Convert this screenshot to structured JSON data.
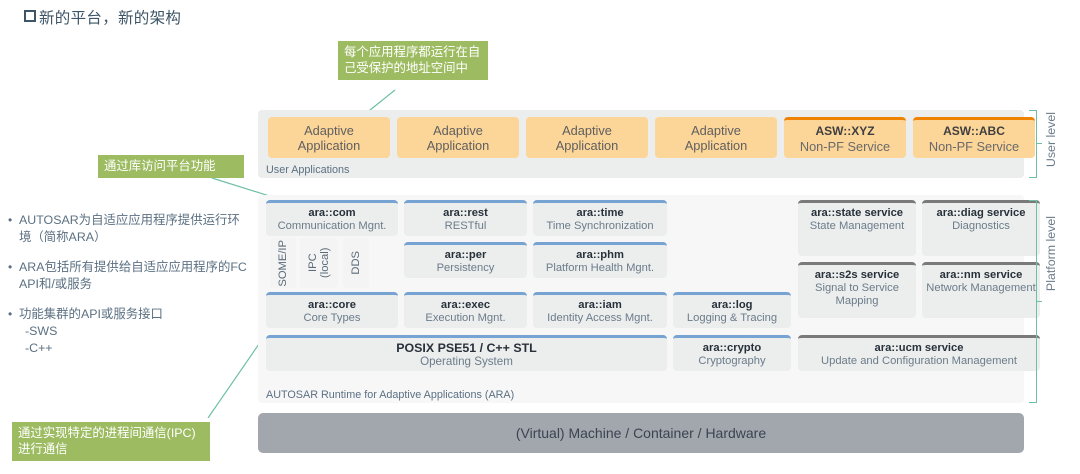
{
  "slide": {
    "title": "新的平台，新的架构"
  },
  "bullets": [
    {
      "marker": "•",
      "text": "AUTOSAR为自适应应用程序提供运行环境（简称ARA）",
      "sublines": []
    },
    {
      "marker": "•",
      "text": "ARA包括所有提供给自适应应用程序的FC API和/或服务",
      "sublines": []
    },
    {
      "marker": "•",
      "text": "功能集群的API或服务接口",
      "sublines": [
        "-SWS",
        "-C++"
      ]
    }
  ],
  "callouts": {
    "apps": "每个应用程序都运行在自己受保护的地址空间中",
    "library": "通过库访问平台功能",
    "ipc": "通过实现特定的进程间通信(IPC)进行通信"
  },
  "user_level": {
    "panel_label": "User Applications",
    "apps": [
      {
        "line1": "Adaptive",
        "line2": "Application",
        "kind": "adaptive"
      },
      {
        "line1": "Adaptive",
        "line2": "Application",
        "kind": "adaptive"
      },
      {
        "line1": "Adaptive",
        "line2": "Application",
        "kind": "adaptive"
      },
      {
        "line1": "Adaptive",
        "line2": "Application",
        "kind": "adaptive"
      },
      {
        "line1": "ASW::XYZ",
        "line2": "Non-PF Service",
        "kind": "asw"
      },
      {
        "line1": "ASW::ABC",
        "line2": "Non-PF Service",
        "kind": "asw"
      }
    ]
  },
  "platform_level": {
    "panel_label": "AUTOSAR Runtime for Adaptive Applications (ARA)",
    "clusters": [
      {
        "title": "ara::com",
        "sub": "Communication Mgnt."
      },
      {
        "title": "ara::rest",
        "sub": "RESTful"
      },
      {
        "title": "ara::time",
        "sub": "Time Synchronization"
      },
      {
        "title": "ara::per",
        "sub": "Persistency"
      },
      {
        "title": "ara::phm",
        "sub": "Platform Health Mgnt."
      },
      {
        "title": "ara::core",
        "sub": "Core Types"
      },
      {
        "title": "ara::exec",
        "sub": "Execution Mgnt."
      },
      {
        "title": "ara::iam",
        "sub": "Identity Access Mgnt."
      },
      {
        "title": "ara::log",
        "sub": "Logging & Tracing"
      },
      {
        "title": "POSIX PSE51 / C++ STL",
        "sub": "Operating System"
      },
      {
        "title": "ara::crypto",
        "sub": "Cryptography"
      }
    ],
    "services": [
      {
        "title": "ara::state service",
        "sub": "State Management"
      },
      {
        "title": "ara::diag service",
        "sub": "Diagnostics"
      },
      {
        "title": "ara::s2s service",
        "sub": "Signal to Service Mapping"
      },
      {
        "title": "ara::nm service",
        "sub": "Network Management"
      },
      {
        "title": "ara::ucm service",
        "sub": "Update and Configuration Management"
      }
    ],
    "buses": [
      {
        "label": "SOME/IP"
      },
      {
        "label": "IPC (local)"
      },
      {
        "label": "DDS"
      }
    ]
  },
  "hardware": {
    "label": "(Virtual) Machine / Container / Hardware"
  },
  "brackets": {
    "user_level": "User level",
    "platform_level": "Platform level"
  },
  "colors": {
    "app_fill": "#fcd599",
    "asw_accent": "#ef8200",
    "fc_accent": "#77a3d2",
    "svc_accent": "#7a7a7a",
    "callout_green": "#9dbb61",
    "bracket_teal": "#6fbfa6",
    "hardware_gray": "#a2a6ad"
  }
}
